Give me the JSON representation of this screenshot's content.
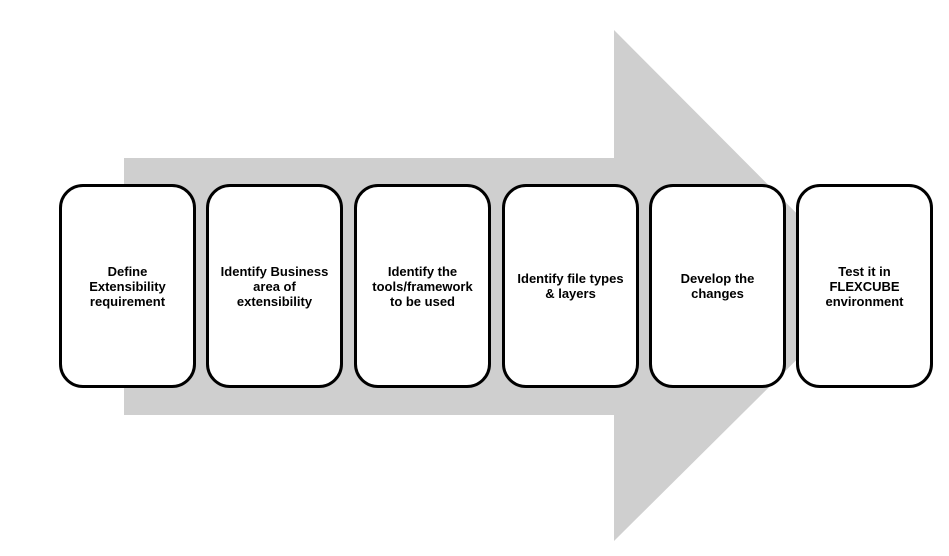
{
  "colors": {
    "arrow_fill": "#cfcfcf",
    "box_border": "#000000",
    "box_fill": "#ffffff",
    "text": "#000000"
  },
  "steps": [
    {
      "label": "Define Extensibility requirement"
    },
    {
      "label": "Identify Business area of extensibility"
    },
    {
      "label": "Identify the tools/framework to be used"
    },
    {
      "label": "Identify file types & layers"
    },
    {
      "label": "Develop the changes"
    },
    {
      "label": "Test it in FLEXCUBE environment"
    }
  ]
}
